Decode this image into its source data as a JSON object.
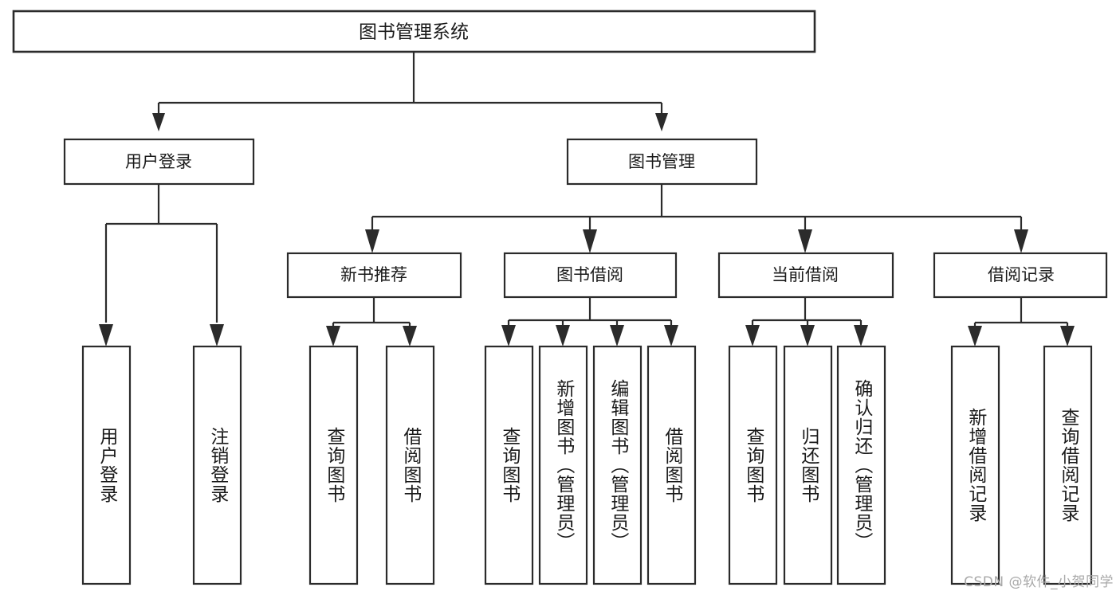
{
  "diagram": {
    "title": "图书管理系统",
    "type": "tree-hierarchy",
    "watermark": "CSDN @软件_小贺同学",
    "colors": {
      "background": "#ffffff",
      "box_fill": "#ffffff",
      "stroke": "#2b2b2b",
      "text": "#1a1a1a",
      "watermark": "#a8a8a8"
    },
    "root": {
      "label": "图书管理系统"
    },
    "level1": [
      {
        "label": "用户登录"
      },
      {
        "label": "图书管理"
      }
    ],
    "level2": [
      {
        "label": "新书推荐"
      },
      {
        "label": "图书借阅"
      },
      {
        "label": "当前借阅"
      },
      {
        "label": "借阅记录"
      }
    ],
    "leaves": [
      {
        "label": "用户登录",
        "parent": "用户登录"
      },
      {
        "label": "注销登录",
        "parent": "用户登录"
      },
      {
        "label": "查询图书",
        "parent": "新书推荐"
      },
      {
        "label": "借阅图书",
        "parent": "新书推荐"
      },
      {
        "label": "查询图书",
        "parent": "图书借阅"
      },
      {
        "label": "新增图书（管理员）",
        "parent": "图书借阅"
      },
      {
        "label": "编辑图书（管理员）",
        "parent": "图书借阅"
      },
      {
        "label": "借阅图书",
        "parent": "图书借阅"
      },
      {
        "label": "查询图书",
        "parent": "当前借阅"
      },
      {
        "label": "归还图书",
        "parent": "当前借阅"
      },
      {
        "label": "确认归还（管理员）",
        "parent": "当前借阅"
      },
      {
        "label": "新增借阅记录",
        "parent": "借阅记录"
      },
      {
        "label": "查询借阅记录",
        "parent": "借阅记录"
      }
    ]
  }
}
